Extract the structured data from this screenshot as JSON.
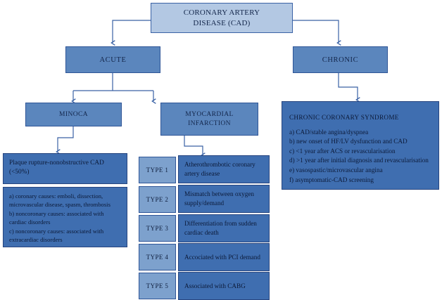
{
  "diagram": {
    "title": "Coronary Artery Disease (CAD) classification flowchart",
    "colors": {
      "root_fill": "#b3c8e3",
      "branch_fill": "#5b86bd",
      "content_fill": "#3f6eb0",
      "type_label_fill": "#7da1cd",
      "line": "#3a62a5",
      "text": "#13264b",
      "background": "#ffffff"
    },
    "root": {
      "line1": "CORONARY ARTERY",
      "line2": "DISEASE (CAD)"
    },
    "branches": {
      "acute": "ACUTE",
      "chronic": "CHRONIC"
    },
    "acute_children": {
      "minoca": "MINOCA",
      "mi_line1": "MYOCARDIAL",
      "mi_line2": "INFARCTION"
    },
    "minoca_detail": {
      "header": "Plaque rupture-nonobstructive CAD (<50%)",
      "causes": [
        "a) coronary causes: emboli, dissection, microvascular disease, spasm, thrombosis",
        "b) noncoronary causes: associated with cardiac disorders",
        "c) noncoronary causes: associated with extracardiac disorders"
      ]
    },
    "mi_types": [
      {
        "label": "TYPE 1",
        "description": "Atherothrombotic coronary artery disease"
      },
      {
        "label": "TYPE 2",
        "description": "Mismatch between oxygen supply/demand"
      },
      {
        "label": "TYPE 3",
        "description": "Differentiation from sudden cardiac death"
      },
      {
        "label": "TYPE 4",
        "description": "Accociated with PCI demand"
      },
      {
        "label": "TYPE 5",
        "description": "Associated with CABG"
      }
    ],
    "chronic_detail": {
      "header": "CHRONIC CORONARY SYNDROME",
      "items": [
        "a) CAD/stable angina/dyspnea",
        "b) new onset of HF/LV dysfunction and CAD",
        "c) <1 year after ACS or revascularisation",
        "d) >1 year after initial diagnosis and revascularisation",
        "e) vasospastic/microvascular angina",
        "f) asymptomatic-CAD screening"
      ]
    }
  }
}
